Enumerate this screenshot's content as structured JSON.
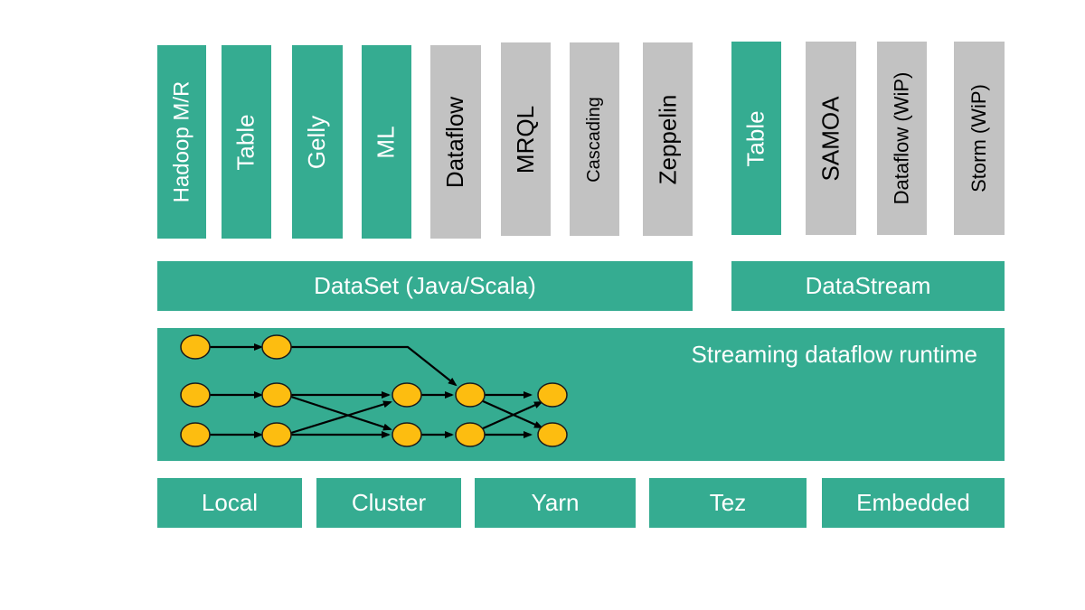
{
  "libraries": {
    "dataset": [
      {
        "label": "Hadoop M/R",
        "style": "green"
      },
      {
        "label": "Table",
        "style": "green"
      },
      {
        "label": "Gelly",
        "style": "green"
      },
      {
        "label": "ML",
        "style": "green"
      },
      {
        "label": "Dataflow",
        "style": "gray"
      },
      {
        "label": "MRQL",
        "style": "gray"
      },
      {
        "label": "Cascading",
        "style": "gray"
      },
      {
        "label": "Zeppelin",
        "style": "gray"
      }
    ],
    "datastream": [
      {
        "label": "Table",
        "style": "green"
      },
      {
        "label": "SAMOA",
        "style": "gray"
      },
      {
        "label": "Dataflow (WiP)",
        "style": "gray"
      },
      {
        "label": "Storm (WiP)",
        "style": "gray"
      }
    ]
  },
  "apis": {
    "dataset": "DataSet (Java/Scala)",
    "datastream": "DataStream"
  },
  "runtime": {
    "title": "Streaming dataflow runtime"
  },
  "deployment": [
    "Local",
    "Cluster",
    "Yarn",
    "Tez",
    "Embedded"
  ],
  "colors": {
    "green": "#35ac91",
    "gray": "#c2c2c2",
    "node": "#fdbd10"
  }
}
